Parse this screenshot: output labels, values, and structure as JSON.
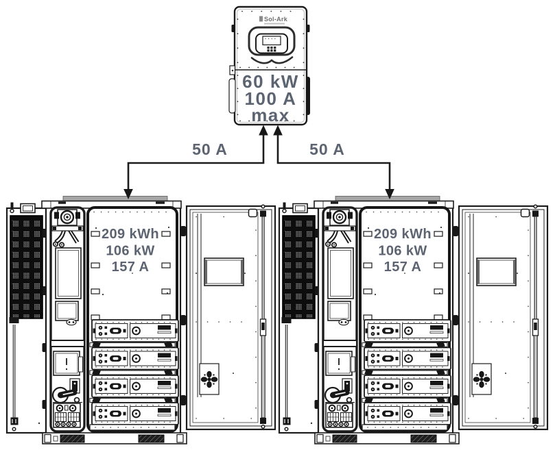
{
  "inverter": {
    "brand": "Sol-Ark",
    "rating": {
      "power": "60 kW",
      "current": "100 A",
      "qualifier": "max"
    }
  },
  "connections": [
    {
      "label": "50 A"
    },
    {
      "label": "50 A"
    }
  ],
  "cabinets": [
    {
      "energy": "209 kWh",
      "power": "106 kW",
      "current": "157 A"
    },
    {
      "energy": "209 kWh",
      "power": "106 kW",
      "current": "157 A"
    }
  ],
  "colors": {
    "line_art": "#1c1c1c",
    "rating_text": "#5d6471",
    "top_strip": "#a6a6a6"
  }
}
